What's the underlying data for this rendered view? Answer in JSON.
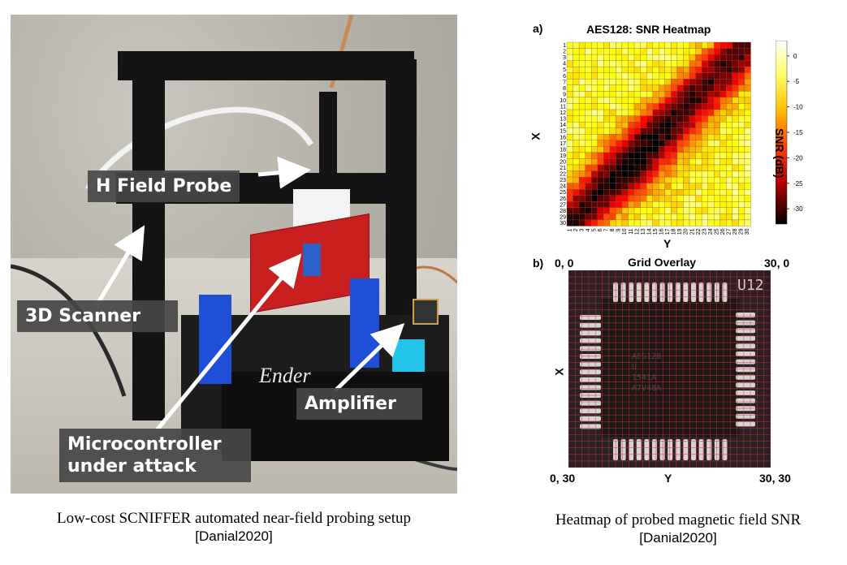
{
  "left_panel": {
    "callouts": {
      "h_field_probe": "H Field Probe",
      "scanner_3d": "3D  Scanner",
      "amplifier": "Amplifier",
      "microcontroller": "Microcontroller\nunder attack"
    },
    "printer_brand": "Ender",
    "caption": "Low-cost SCNIFFER automated near-field probing setup",
    "reference": "[Danial2020]"
  },
  "right_panel": {
    "label_a": "a)",
    "label_b": "b)",
    "caption": "Heatmap of probed magnetic field SNR",
    "reference": "[Danial2020]",
    "overlay": {
      "title": "Grid Overlay",
      "corner_tl": "0, 0",
      "corner_tr": "30, 0",
      "corner_bl": "0, 30",
      "corner_br": "30, 30",
      "xlabel": "Y",
      "ylabel": "X",
      "chip_label": "U12",
      "chip_marking": "AES128\nU\n1541A\nA7V48A"
    }
  },
  "chart_data": {
    "type": "heatmap",
    "title": "AES128: SNR Heatmap",
    "xlabel": "Y",
    "ylabel": "X",
    "colorbar_label": "SNR (dB)",
    "x_ticks": [
      1,
      2,
      3,
      4,
      5,
      6,
      7,
      8,
      9,
      10,
      11,
      12,
      13,
      14,
      15,
      16,
      17,
      18,
      19,
      20,
      21,
      22,
      23,
      24,
      25,
      26,
      27,
      28,
      29,
      30
    ],
    "y_ticks": [
      1,
      2,
      3,
      4,
      5,
      6,
      7,
      8,
      9,
      10,
      11,
      12,
      13,
      14,
      15,
      16,
      17,
      18,
      19,
      20,
      21,
      22,
      23,
      24,
      25,
      26,
      27,
      28,
      29,
      30
    ],
    "colorbar_ticks": [
      0,
      -5,
      -10,
      -15,
      -20,
      -25,
      -30
    ],
    "clim": [
      -33,
      3
    ],
    "colormap": "hot",
    "pattern": "SNR lowest (about -30 dB) along the diagonal from X=30,Y=1 to X=1,Y=30, deepest near X=19-23, Y=11-15; highest (about 0 dB) in the upper-left and lower-right corners"
  }
}
